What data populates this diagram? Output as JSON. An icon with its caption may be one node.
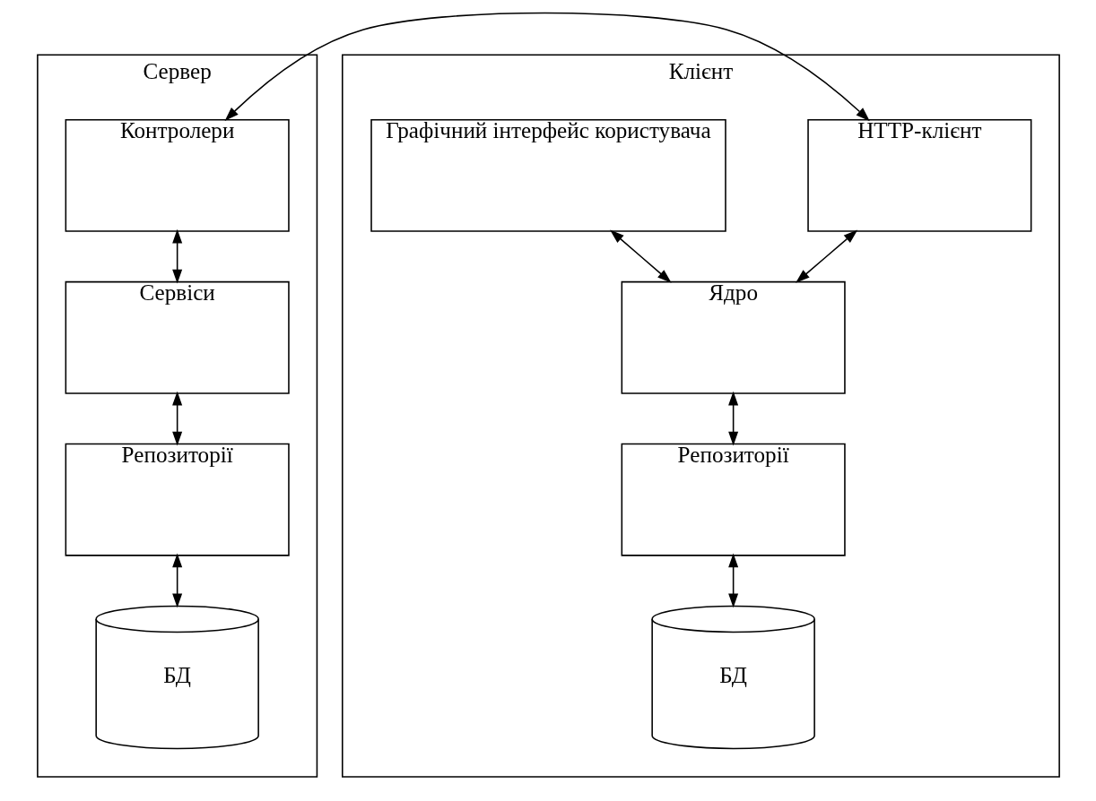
{
  "diagram": {
    "nodes": [
      {
        "text": [
          "Сервер"
        ]
      },
      {
        "text": [
          "Контролери"
        ],
        "in": 0
      },
      {
        "text": [
          "Сервіси"
        ],
        "in": 0
      },
      {
        "text": [
          "Репозиторії"
        ],
        "in": 0
      },
      {
        "text": [
          "БД"
        ],
        "in": 0
      },
      {
        "text": [
          "Клієнт"
        ]
      },
      {
        "text": [
          "HTTP-клієнт"
        ],
        "in": 5
      },
      {
        "text": [
          "Графічний інтерфейс користувача"
        ],
        "in": 5
      },
      {
        "text": [
          "Ядро"
        ],
        "in": 5
      },
      {
        "text": [
          "Репозиторії"
        ],
        "in": 5
      },
      {
        "text": [
          "БД"
        ],
        "in": 5
      }
    ],
    "edges": [
      {
        "from": 1,
        "to": 6,
        "arrow": "both"
      },
      {
        "from": 1,
        "to": 2,
        "arrow": "both"
      },
      {
        "from": 2,
        "to": 3,
        "arrow": "both"
      },
      {
        "from": 3,
        "to": 4,
        "arrow": "both"
      },
      {
        "from": 6,
        "to": 8,
        "arrow": "both"
      },
      {
        "from": 7,
        "to": 8,
        "arrow": "both"
      },
      {
        "from": 8,
        "to": 9,
        "arrow": "both"
      },
      {
        "from": 9,
        "to": 10,
        "arrow": "both"
      }
    ]
  }
}
